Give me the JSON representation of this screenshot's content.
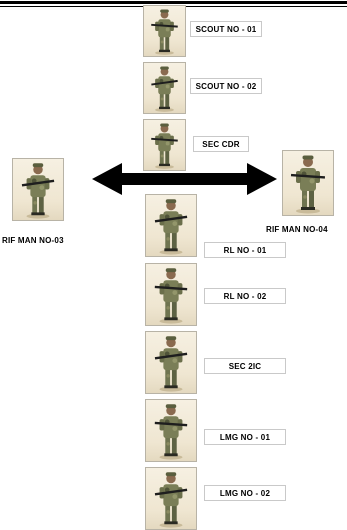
{
  "formation": {
    "members": [
      {
        "id": "scout1",
        "label": "SCOUT NO - 01"
      },
      {
        "id": "scout2",
        "label": "SCOUT NO - 02"
      },
      {
        "id": "seccdr",
        "label": "SEC CDR"
      },
      {
        "id": "rif3",
        "label": "RIF MAN NO-03"
      },
      {
        "id": "rif4",
        "label": "RIF MAN NO-04"
      },
      {
        "id": "rl1",
        "label": "RL NO - 01"
      },
      {
        "id": "rl2",
        "label": "RL NO - 02"
      },
      {
        "id": "sec2ic",
        "label": "SEC 2IC"
      },
      {
        "id": "lmg1",
        "label": "LMG NO - 01"
      },
      {
        "id": "lmg2",
        "label": "LMG NO - 02"
      }
    ]
  }
}
